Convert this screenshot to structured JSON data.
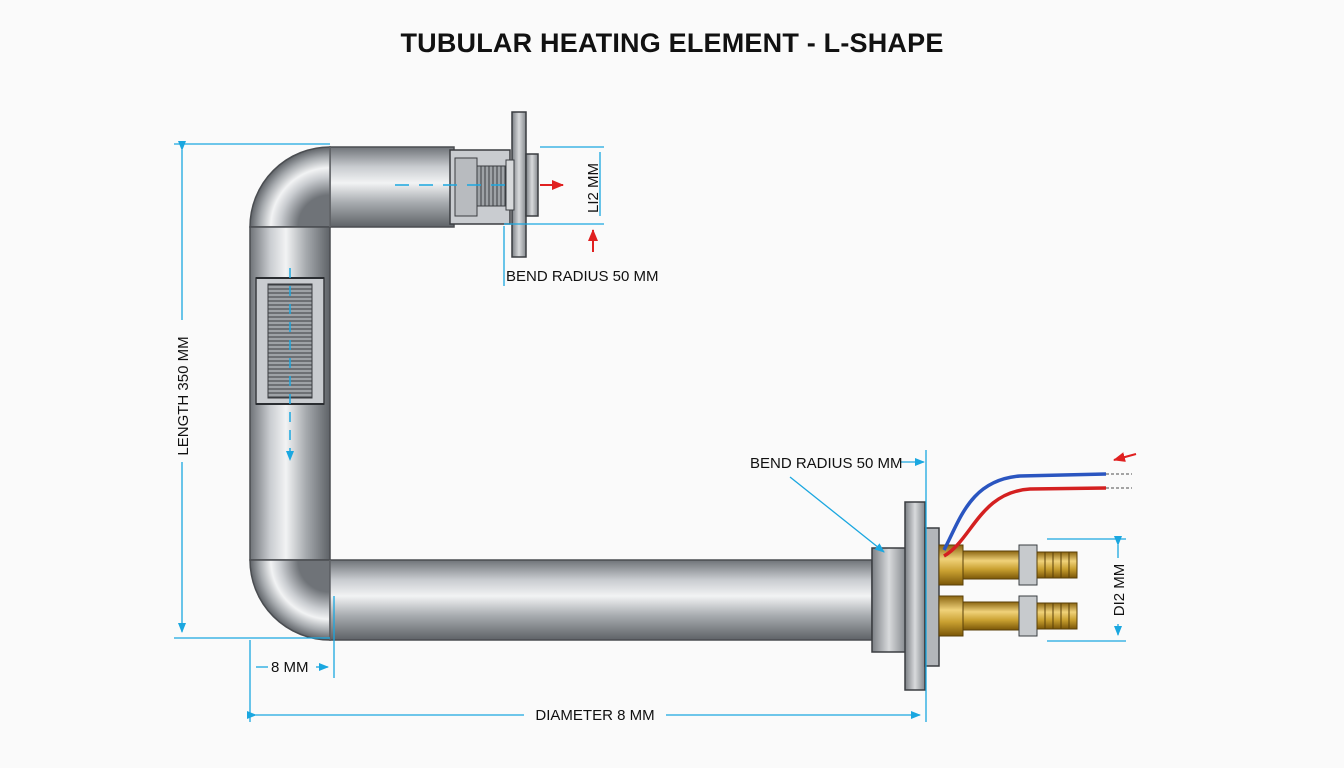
{
  "title": "TUBULAR HEATING ELEMENT - L-SHAPE",
  "labels": {
    "length": "LENGTH 350 MM",
    "bend_radius_top": "BEND RADIUS 50 MM",
    "bend_radius_right": "BEND RADIUS 50 MM",
    "dim_8mm": "8 MM",
    "diameter": "DIAMETER 8 MM",
    "li2": "LI2 MM",
    "di2": "DI2 MM"
  },
  "colors": {
    "dimension_line": "#1aa7e0",
    "arrow_red": "#e02020",
    "tube_metal": "#a9adb2",
    "brass": "#c9a030",
    "wire_blue": "#2a55c0",
    "wire_red": "#d42020"
  }
}
